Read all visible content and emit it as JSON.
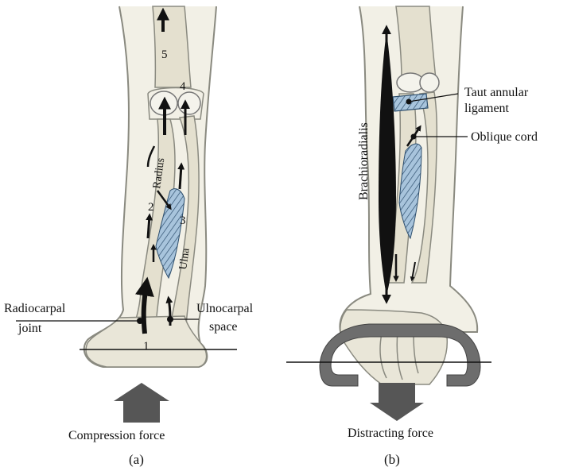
{
  "panel_a": {
    "caption": "(a)",
    "force_label": "Compression force",
    "numbers": [
      "1",
      "2",
      "3",
      "4",
      "5"
    ],
    "bone_labels": {
      "radius": "Radius",
      "ulna": "Ulna"
    },
    "left_label": [
      "Radiocarpal",
      "joint"
    ],
    "right_label": [
      "Ulnocarpal",
      "space"
    ]
  },
  "panel_b": {
    "caption": "(b)",
    "force_label": "Distracting force",
    "muscle_label": "Brachioradialis",
    "ligament_label": [
      "Taut annular",
      "ligament"
    ],
    "cord_label": "Oblique cord"
  },
  "colors": {
    "skin_outline": "#8a8a80",
    "bone_fill": "#e4e0cf",
    "membrane_fill": "#a8c4dc",
    "membrane_line": "#2e4f6e",
    "arrow_gray": "#565656",
    "handle_gray": "#6d6d6d",
    "black": "#111111"
  }
}
